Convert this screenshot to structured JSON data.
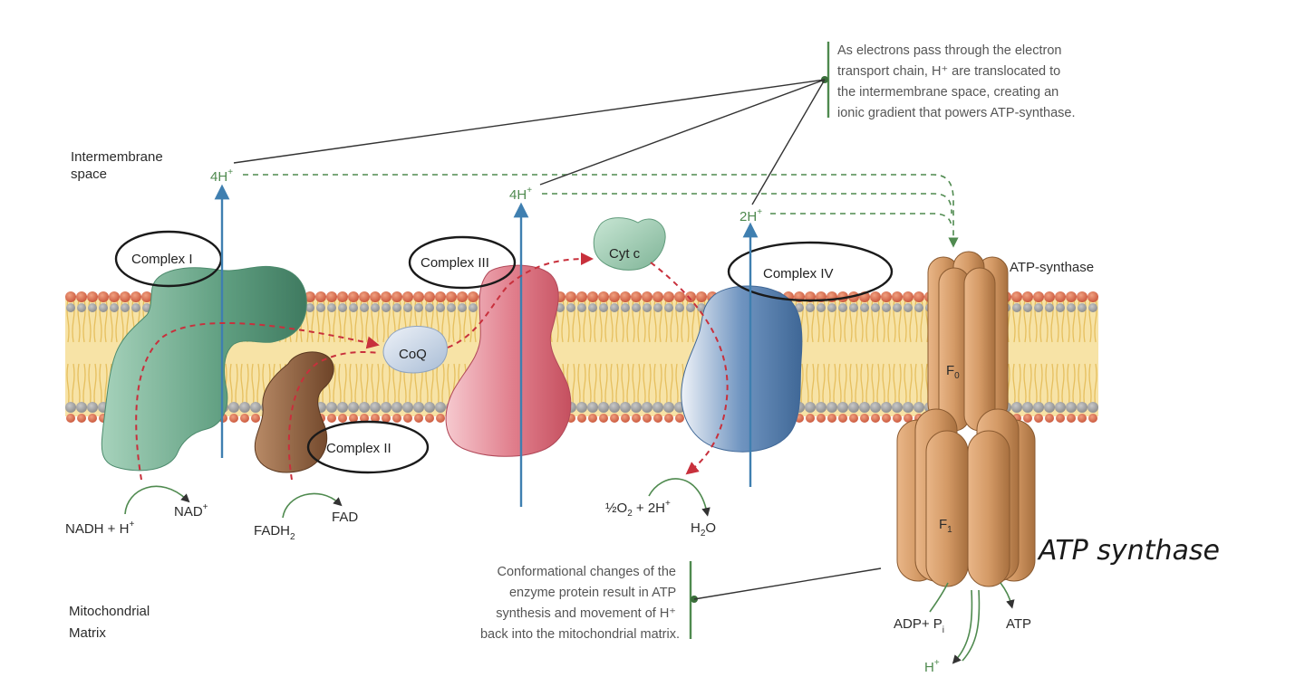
{
  "regions": {
    "intermembrane": "Intermembrane\nspace",
    "matrix": "Mitochondrial\nMatrix"
  },
  "complexes": {
    "complex1": "Complex I",
    "complex2": "Complex II",
    "complex3": "Complex III",
    "complex4": "Complex IV",
    "coq": "CoQ",
    "cytc": "Cyt c",
    "atp_synthase": "ATP-synthase",
    "f0": "F",
    "f0_sub": "0",
    "f1": "F",
    "f1_sub": "1"
  },
  "protons": {
    "p1": "4H",
    "p2": "4H",
    "p3": "2H",
    "plus": "+",
    "matrix_h": "H"
  },
  "reactions": {
    "nadh": "NADH +  H",
    "nad": "NAD",
    "fadh2": "FADH",
    "fadh2_sub": "2",
    "fad": "FAD",
    "o2_a": "½O",
    "o2_sub": "2",
    "o2_b": " + 2H",
    "h2o_a": "H",
    "h2o_sub": "2",
    "h2o_b": "O",
    "adp": "ADP+ P",
    "adp_sub": "i",
    "atp": "ATP"
  },
  "notes": {
    "top": [
      "As electrons pass through the electron",
      "transport chain, H⁺ are translocated to",
      "the intermembrane space, creating an",
      "ionic gradient that powers ATP-synthase."
    ],
    "bottom": [
      "Conformational changes of the",
      "enzyme protein result in ATP",
      "synthesis and movement of H⁺",
      "back into the mitochondrial matrix."
    ]
  },
  "handwriting": "ATP synthase",
  "colors": {
    "complex1": "#5f9e80",
    "complex2": "#8a5a3a",
    "complex3": "#d9707f",
    "complex4": "#4f79a8",
    "coq": "#b9c8dc",
    "cytc": "#8fc1a6",
    "atp_synthase": "#c98e5a",
    "proton_arrow": "#3f7fb0",
    "electron_path": "#c8303c",
    "proton_path": "#4f8a4f",
    "membrane_tail": "#f1d38a",
    "membrane_head": "#d05a3a"
  }
}
